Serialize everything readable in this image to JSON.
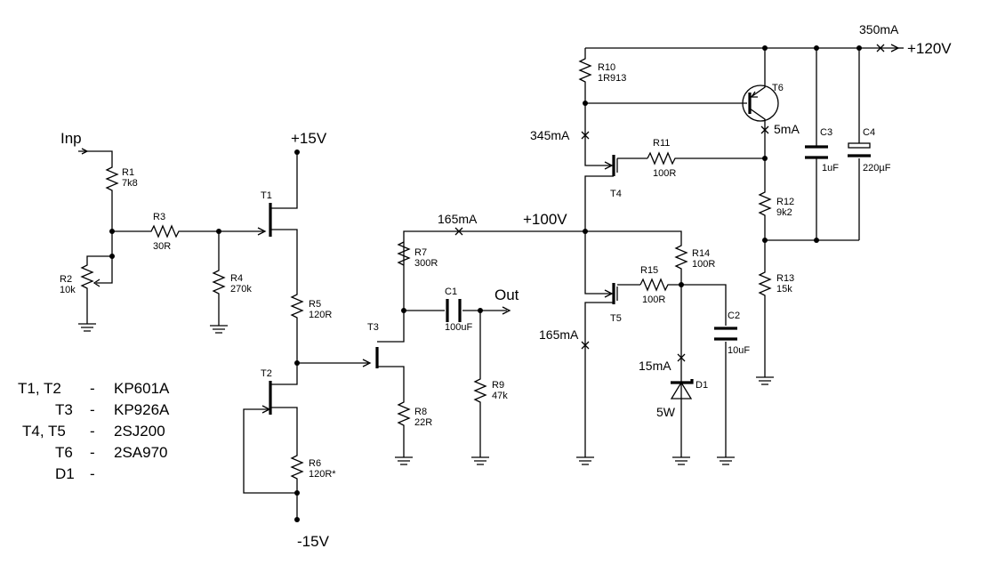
{
  "rails": {
    "p15": "+15V",
    "m15": "-15V",
    "p100": "+100V",
    "p120": "+120V"
  },
  "ports": {
    "inp": "Inp",
    "out": "Out"
  },
  "currents": {
    "i350": "350mA",
    "i345": "345mA",
    "i5": "5mA",
    "i165a": "165mA",
    "i165b": "165mA",
    "i15": "15mA"
  },
  "components": {
    "R1": {
      "ref": "R1",
      "val": "7k8"
    },
    "R2": {
      "ref": "R2",
      "val": "10k"
    },
    "R3": {
      "ref": "R3",
      "val": "30R"
    },
    "R4": {
      "ref": "R4",
      "val": "270k"
    },
    "R5": {
      "ref": "R5",
      "val": "120R"
    },
    "R6": {
      "ref": "R6",
      "val": "120R*"
    },
    "R7": {
      "ref": "R7",
      "val": "300R"
    },
    "R8": {
      "ref": "R8",
      "val": "22R"
    },
    "R9": {
      "ref": "R9",
      "val": "47k"
    },
    "R10": {
      "ref": "R10",
      "val": "1R913"
    },
    "R11": {
      "ref": "R11",
      "val": "100R"
    },
    "R12": {
      "ref": "R12",
      "val": "9k2"
    },
    "R13": {
      "ref": "R13",
      "val": "15k"
    },
    "R14": {
      "ref": "R14",
      "val": "100R"
    },
    "R15": {
      "ref": "R15",
      "val": "100R"
    },
    "C1": {
      "ref": "C1",
      "val": "100uF"
    },
    "C2": {
      "ref": "C2",
      "val": "10uF"
    },
    "C3": {
      "ref": "C3",
      "val": "1uF"
    },
    "C4": {
      "ref": "C4",
      "val": "220µF"
    },
    "T1": {
      "ref": "T1"
    },
    "T2": {
      "ref": "T2"
    },
    "T3": {
      "ref": "T3"
    },
    "T4": {
      "ref": "T4"
    },
    "T5": {
      "ref": "T5"
    },
    "T6": {
      "ref": "T6"
    },
    "D1": {
      "ref": "D1",
      "val": "5W"
    }
  },
  "legend": [
    {
      "parts": "T1, T2",
      "dash": "-",
      "type": "KP601A"
    },
    {
      "parts": "T3",
      "dash": "-",
      "type": "KP926A"
    },
    {
      "parts": "T4, T5",
      "dash": "-",
      "type": "2SJ200"
    },
    {
      "parts": "T6",
      "dash": "-",
      "type": "2SA970"
    },
    {
      "parts": "D1",
      "dash": "-",
      "type": ""
    }
  ]
}
